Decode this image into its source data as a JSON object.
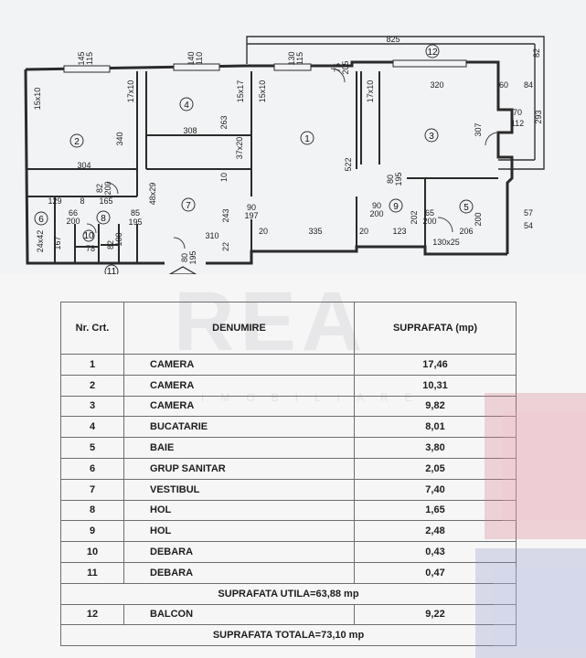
{
  "plan": {
    "room_numbers": [
      "1",
      "2",
      "3",
      "4",
      "5",
      "6",
      "7",
      "8",
      "9",
      "10",
      "11",
      "12"
    ],
    "dims": [
      "825",
      "145\n115",
      "140\n110",
      "130\n115",
      "75\n205",
      "82",
      "15x10",
      "17x10",
      "15x17",
      "15x10",
      "17x10",
      "320",
      "60",
      "84",
      "70",
      "112",
      "293",
      "340",
      "308",
      "263",
      "37x20",
      "522",
      "307",
      "304",
      "10",
      "82\n200",
      "48x29",
      "129",
      "8",
      "165",
      "66",
      "200",
      "85",
      "195",
      "100",
      "90\n197",
      "90\n200",
      "80\n195",
      "65\n200",
      "202",
      "200",
      "57",
      "54",
      "24x42",
      "167",
      "78",
      "82",
      "310",
      "243",
      "20",
      "335",
      "20",
      "123",
      "206",
      "130x25",
      "22",
      "80\n195"
    ]
  },
  "table": {
    "headers": {
      "nr": "Nr. Crt.",
      "denumire": "DENUMIRE",
      "suprafata": "SUPRAFATA (mp)"
    },
    "rows": [
      {
        "nr": "1",
        "name": "CAMERA",
        "area": "17,46"
      },
      {
        "nr": "2",
        "name": "CAMERA",
        "area": "10,31"
      },
      {
        "nr": "3",
        "name": "CAMERA",
        "area": "9,82"
      },
      {
        "nr": "4",
        "name": "BUCATARIE",
        "area": "8,01"
      },
      {
        "nr": "5",
        "name": "BAIE",
        "area": "3,80"
      },
      {
        "nr": "6",
        "name": "GRUP SANITAR",
        "area": "2,05"
      },
      {
        "nr": "7",
        "name": "VESTIBUL",
        "area": "7,40"
      },
      {
        "nr": "8",
        "name": "HOL",
        "area": "1,65"
      },
      {
        "nr": "9",
        "name": "HOL",
        "area": "2,48"
      },
      {
        "nr": "10",
        "name": "DEBARA",
        "area": "0,43"
      },
      {
        "nr": "11",
        "name": "DEBARA",
        "area": "0,47"
      }
    ],
    "utila_label": "SUPRAFATA UTILA=63,88 mp",
    "balcon": {
      "nr": "12",
      "name": "BALCON",
      "area": "9,22"
    },
    "totala_label": "SUPRAFATA TOTALA=73,10 mp"
  },
  "watermark": {
    "text": "REA",
    "sub": "IMOBILIARE"
  },
  "colors": {
    "wall": "#2a2a2a",
    "paper": "#f2f3f5",
    "table_border": "#6d6d6d",
    "stamp": "#c0506a",
    "stamp_blue": "#6f7bb8"
  }
}
